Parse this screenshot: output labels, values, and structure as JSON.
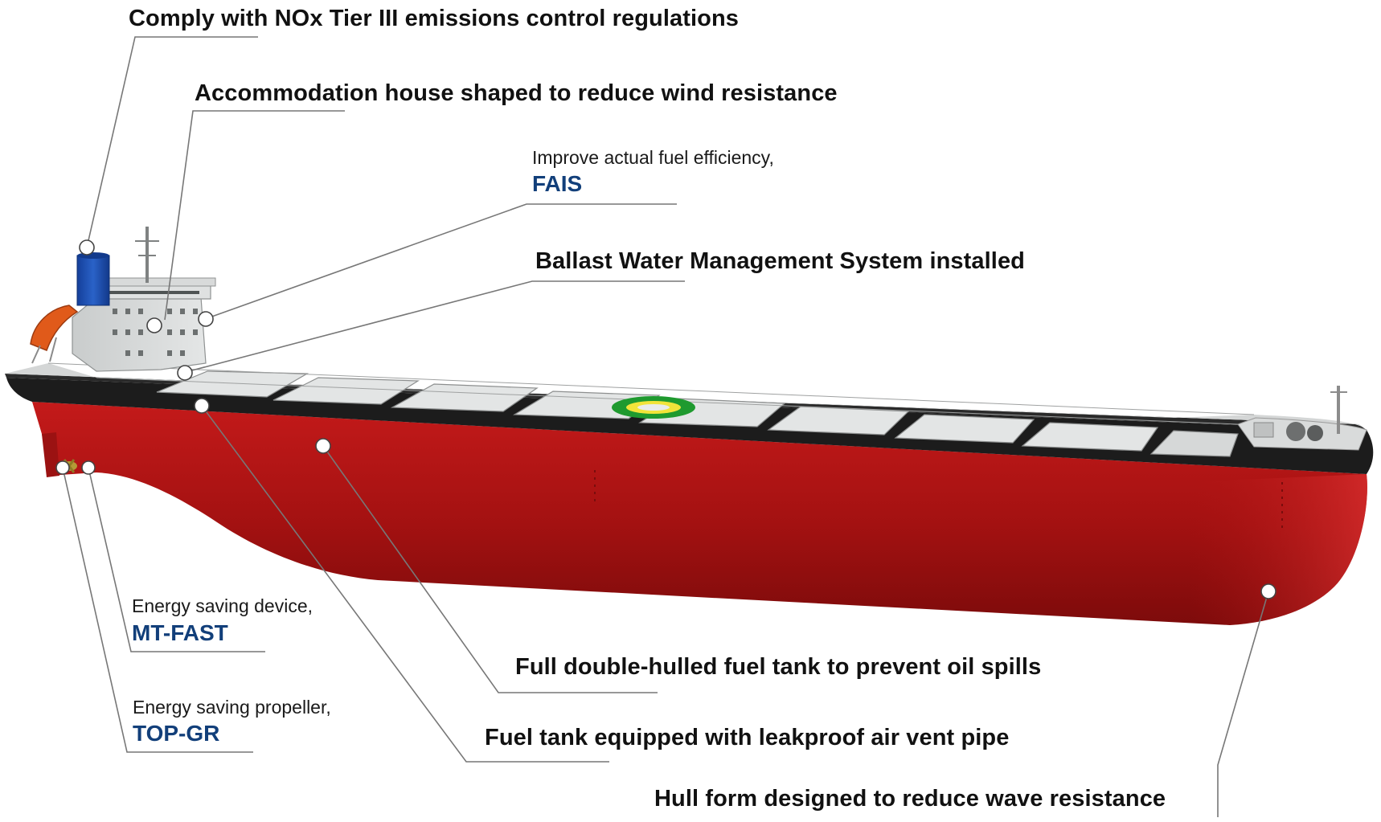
{
  "annotations": {
    "nox": "Comply with NOx Tier III emissions control regulations",
    "accommodation": "Accommodation house shaped to reduce wind resistance",
    "fais_intro": "Improve actual fuel efficiency,",
    "fais_name": "FAIS",
    "ballast": "Ballast Water Management System installed",
    "mtfast_intro": "Energy saving device,",
    "mtfast_name": "MT-FAST",
    "topgr_intro": "Energy saving propeller,",
    "topgr_name": "TOP-GR",
    "double_hull": "Full double-hulled fuel tank to prevent oil spills",
    "vent_pipe": "Fuel tank equipped with leakproof air vent pipe",
    "hull_form": "Hull form designed to reduce wave resistance"
  },
  "colors": {
    "hull_red": "#b01414",
    "hull_black": "#1c1c1c",
    "deck_grey": "#d6d8d8",
    "funnel_blue": "#1e52b8",
    "brand_blue": "#123f7a",
    "leader_line": "#777777",
    "emblem_green": "#1f9a2f",
    "emblem_yellow": "#f2e43a"
  }
}
